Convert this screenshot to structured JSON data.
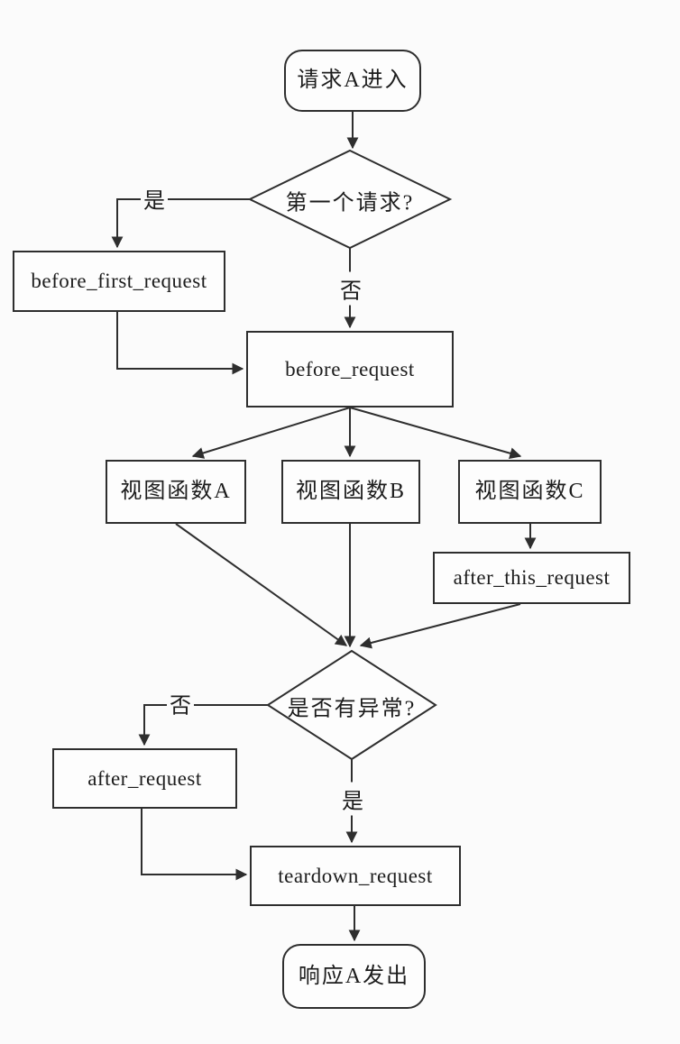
{
  "diagram": {
    "type": "flowchart",
    "colors": {
      "background": "#fbfbfb",
      "line": "#2e2e2e",
      "node_fill": "#fdfdfd",
      "text": "#1c1c1c"
    },
    "nodes": {
      "start": {
        "label": "请求A进入",
        "shape": "terminator"
      },
      "first_request_decision": {
        "label": "第一个请求?",
        "shape": "decision"
      },
      "before_first_request": {
        "label": "before_first_request",
        "shape": "process"
      },
      "before_request": {
        "label": "before_request",
        "shape": "process"
      },
      "view_function_a": {
        "label": "视图函数A",
        "shape": "process"
      },
      "view_function_b": {
        "label": "视图函数B",
        "shape": "process"
      },
      "view_function_c": {
        "label": "视图函数C",
        "shape": "process"
      },
      "after_this_request": {
        "label": "after_this_request",
        "shape": "process"
      },
      "exception_decision": {
        "label": "是否有异常?",
        "shape": "decision"
      },
      "after_request": {
        "label": "after_request",
        "shape": "process"
      },
      "teardown_request": {
        "label": "teardown_request",
        "shape": "process"
      },
      "end": {
        "label": "响应A发出",
        "shape": "terminator"
      }
    },
    "edge_labels": {
      "first_yes": "是",
      "first_no": "否",
      "exception_no": "否",
      "exception_yes": "是"
    },
    "edges": [
      {
        "from": "start",
        "to": "first_request_decision",
        "label": ""
      },
      {
        "from": "first_request_decision",
        "to": "before_first_request",
        "label": "是"
      },
      {
        "from": "first_request_decision",
        "to": "before_request",
        "label": "否"
      },
      {
        "from": "before_first_request",
        "to": "before_request",
        "label": ""
      },
      {
        "from": "before_request",
        "to": "view_function_a",
        "label": ""
      },
      {
        "from": "before_request",
        "to": "view_function_b",
        "label": ""
      },
      {
        "from": "before_request",
        "to": "view_function_c",
        "label": ""
      },
      {
        "from": "view_function_c",
        "to": "after_this_request",
        "label": ""
      },
      {
        "from": "view_function_a",
        "to": "exception_decision",
        "label": ""
      },
      {
        "from": "view_function_b",
        "to": "exception_decision",
        "label": ""
      },
      {
        "from": "after_this_request",
        "to": "exception_decision",
        "label": ""
      },
      {
        "from": "exception_decision",
        "to": "after_request",
        "label": "否"
      },
      {
        "from": "exception_decision",
        "to": "teardown_request",
        "label": "是"
      },
      {
        "from": "after_request",
        "to": "teardown_request",
        "label": ""
      },
      {
        "from": "teardown_request",
        "to": "end",
        "label": ""
      }
    ]
  }
}
